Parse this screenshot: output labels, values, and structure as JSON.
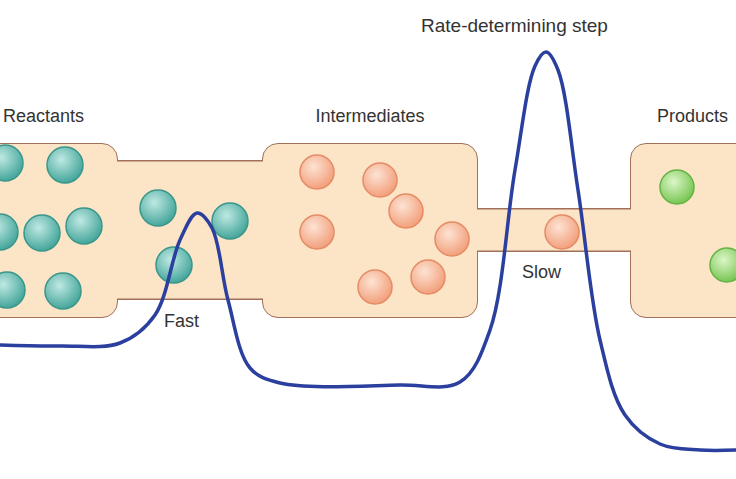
{
  "diagram": {
    "nodes": [
      {
        "text": [
          "Reactants"
        ]
      },
      {
        "text": [
          "Intermediates"
        ]
      },
      {
        "text": [
          "Products"
        ]
      }
    ],
    "edges": [
      {
        "from": 0,
        "to": 1,
        "arrow": "none",
        "label": "Fast"
      },
      {
        "from": 1,
        "to": 2,
        "arrow": "none",
        "label": "Slow"
      }
    ],
    "labels": [
      "Rate-determining step"
    ]
  }
}
